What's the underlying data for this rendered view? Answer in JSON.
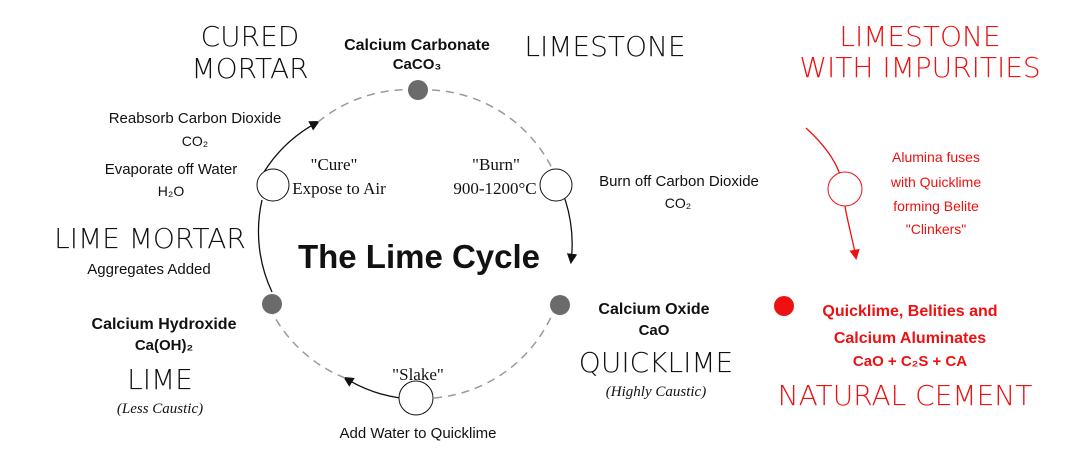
{
  "title": "The Lime Cycle",
  "colors": {
    "text": "#111111",
    "node": "#6b6b6b",
    "accent": "#ee1111"
  },
  "top": {
    "compound": "Calcium Carbonate",
    "formula": "CaCO₃",
    "big_label": "LIMESTONE",
    "left_big_line1": "CURED",
    "left_big_line2": "MORTAR"
  },
  "cure": {
    "quote": "\"Cure\"",
    "action": "Expose to Air",
    "reabsorb": "Reabsorb Carbon Dioxide",
    "co2": "CO₂",
    "evaporate": "Evaporate off Water",
    "h2o": "H₂O"
  },
  "burn": {
    "quote": "\"Burn\"",
    "temp": "900-1200°C",
    "burn_off": "Burn off Carbon Dioxide",
    "co2": "CO₂"
  },
  "quicklime": {
    "compound": "Calcium Oxide",
    "formula": "CaO",
    "big_label": "QUICKLIME",
    "note": "(Highly Caustic)"
  },
  "slake": {
    "quote": "\"Slake\"",
    "action": "Add Water to Quicklime"
  },
  "lime": {
    "compound": "Calcium Hydroxide",
    "formula": "Ca(OH)₂",
    "big_label": "LIME",
    "note": "(Less Caustic)"
  },
  "mortar": {
    "big_label": "LIME MORTAR",
    "sub": "Aggregates Added"
  },
  "cement": {
    "header_line1": "LIMESTONE",
    "header_line2": "WITH IMPURITIES",
    "fuse_lines": [
      "Alumina fuses",
      "with Quicklime",
      "forming Belite",
      "\"Clinkers\""
    ],
    "product_line1": "Quicklime, Belities and",
    "product_line2": "Calcium Aluminates",
    "formula": "CaO + C₂S + CA",
    "big_label": "NATURAL CEMENT"
  }
}
